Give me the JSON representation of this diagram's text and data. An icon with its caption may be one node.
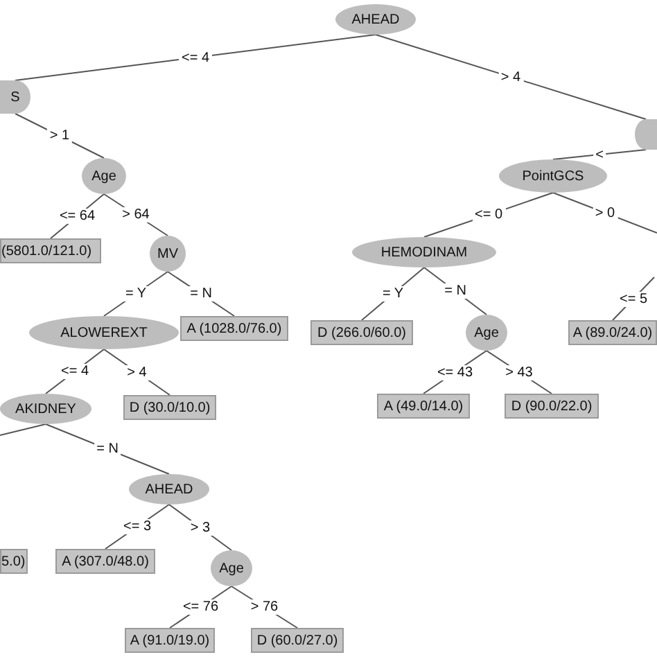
{
  "diagram": {
    "nodes": [
      {
        "text": [
          "AHEAD"
        ]
      },
      {
        "text": [
          "S"
        ]
      },
      {
        "text": [],
        "shape": "ellipse"
      },
      {
        "text": [
          "Age"
        ]
      },
      {
        "text": [
          "PointGCS"
        ]
      },
      {
        "text": [
          "(5801.0/121.0)"
        ]
      },
      {
        "text": [
          "MV"
        ]
      },
      {
        "text": [
          "HEMODINAM"
        ]
      },
      {
        "text": [
          "A (89.0/24.0)"
        ]
      },
      {
        "text": [
          "ALOWEREXT"
        ]
      },
      {
        "text": [
          "A (1028.0/76.0)"
        ]
      },
      {
        "text": [
          "D (266.0/60.0)"
        ]
      },
      {
        "text": [
          "Age"
        ]
      },
      {
        "text": [
          "AKIDNEY"
        ]
      },
      {
        "text": [
          "D (30.0/10.0)"
        ]
      },
      {
        "text": [
          "A (49.0/14.0)"
        ]
      },
      {
        "text": [
          "D (90.0/22.0)"
        ]
      },
      {
        "text": [
          "AHEAD"
        ]
      },
      {
        "text": [
          "5.0)"
        ]
      },
      {
        "text": [
          "A (307.0/48.0)"
        ]
      },
      {
        "text": [
          "Age"
        ]
      },
      {
        "text": [
          "A (91.0/19.0)"
        ]
      },
      {
        "text": [
          "D (60.0/27.0)"
        ]
      }
    ],
    "edges": [
      {
        "from": 0,
        "to": 1,
        "arrow": "none",
        "label": "<= 4"
      },
      {
        "from": 0,
        "to": 2,
        "arrow": "none",
        "label": "> 4"
      },
      {
        "from": 1,
        "to": 3,
        "arrow": "none",
        "label": "> 1"
      },
      {
        "from": 2,
        "to": 4,
        "arrow": "none",
        "label": "<"
      },
      {
        "from": 3,
        "to": 5,
        "arrow": "none",
        "label": "<= 64"
      },
      {
        "from": 3,
        "to": 6,
        "arrow": "none",
        "label": "> 64"
      },
      {
        "from": 4,
        "to": 7,
        "arrow": "none",
        "label": "<= 0"
      },
      {
        "from": 4,
        "to": null,
        "arrow": "none",
        "label": "> 0"
      },
      {
        "from": null,
        "to": 8,
        "arrow": "none",
        "label": "<= 5"
      },
      {
        "from": 6,
        "to": 9,
        "arrow": "none",
        "label": "= Y"
      },
      {
        "from": 6,
        "to": 10,
        "arrow": "none",
        "label": "= N"
      },
      {
        "from": 7,
        "to": 11,
        "arrow": "none",
        "label": "= Y"
      },
      {
        "from": 7,
        "to": 12,
        "arrow": "none",
        "label": "= N"
      },
      {
        "from": 9,
        "to": 13,
        "arrow": "none",
        "label": "<= 4"
      },
      {
        "from": 9,
        "to": 14,
        "arrow": "none",
        "label": "> 4"
      },
      {
        "from": 12,
        "to": 15,
        "arrow": "none",
        "label": "<= 43"
      },
      {
        "from": 12,
        "to": 16,
        "arrow": "none",
        "label": "> 43"
      },
      {
        "from": 13,
        "to": null,
        "arrow": "none"
      },
      {
        "from": 13,
        "to": 17,
        "arrow": "none",
        "label": "= N"
      },
      {
        "from": 17,
        "to": 19,
        "arrow": "none",
        "label": "<= 3"
      },
      {
        "from": 17,
        "to": 20,
        "arrow": "none",
        "label": "> 3"
      },
      {
        "from": 20,
        "to": 21,
        "arrow": "none",
        "label": "<= 76"
      },
      {
        "from": 20,
        "to": 22,
        "arrow": "none",
        "label": "> 76"
      }
    ]
  }
}
